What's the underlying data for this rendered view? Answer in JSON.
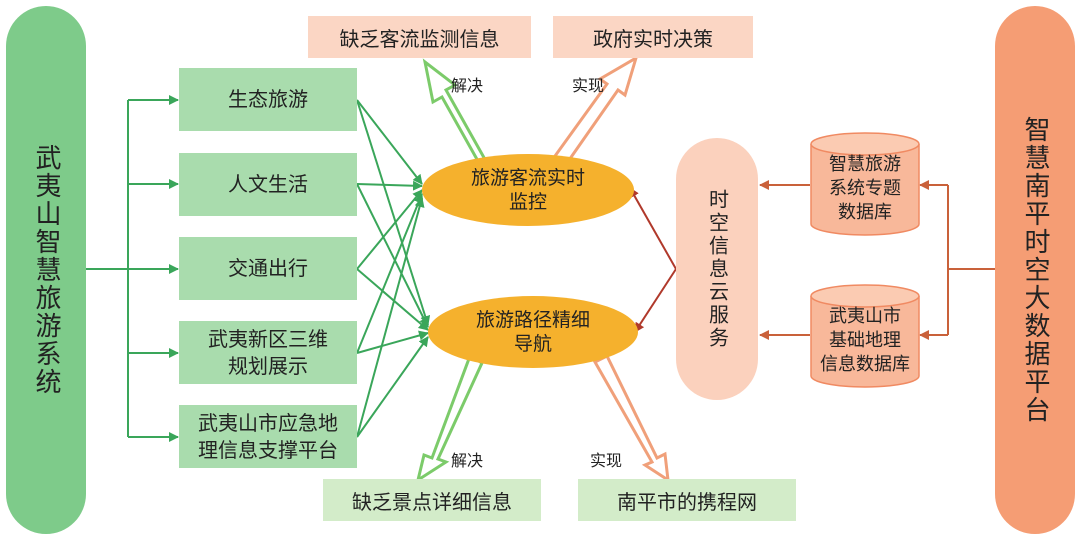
{
  "left_system": "武夷山智慧旅游系统",
  "right_platform": "智慧南平时空大数据平台",
  "modules": [
    "生态旅游",
    "人文生活",
    "交通出行",
    "武夷新区三维\n规划展示",
    "武夷山市应急地\n理信息支撑平台"
  ],
  "center_nodes": {
    "monitor": "旅游客流实时\n监控",
    "navigation": "旅游路径精细\n导航"
  },
  "top_boxes": {
    "problem": "缺乏客流监测信息",
    "goal": "政府实时决策"
  },
  "bottom_boxes": {
    "problem": "缺乏景点详细信息",
    "goal": "南平市的携程网"
  },
  "arrow_labels": {
    "top_solve": "解决",
    "top_realize": "实现",
    "bottom_solve": "解决",
    "bottom_realize": "实现"
  },
  "cloud_service": "时空信息云服务",
  "databases": [
    "智慧旅游\n系统专题\n数据库",
    "武夷山市\n基础地理\n信息数据库"
  ],
  "colors": {
    "green_pill": "#7ecb8a",
    "green_box": "#a9dcad",
    "green_line": "#3aa65a",
    "orange_pill": "#f59d74",
    "orange_line": "#c9613a",
    "ellipse": "#f5b12d",
    "peach_box": "#fbd6c4",
    "light_green_box": "#d3ecc9",
    "db": "#f8b89a"
  }
}
